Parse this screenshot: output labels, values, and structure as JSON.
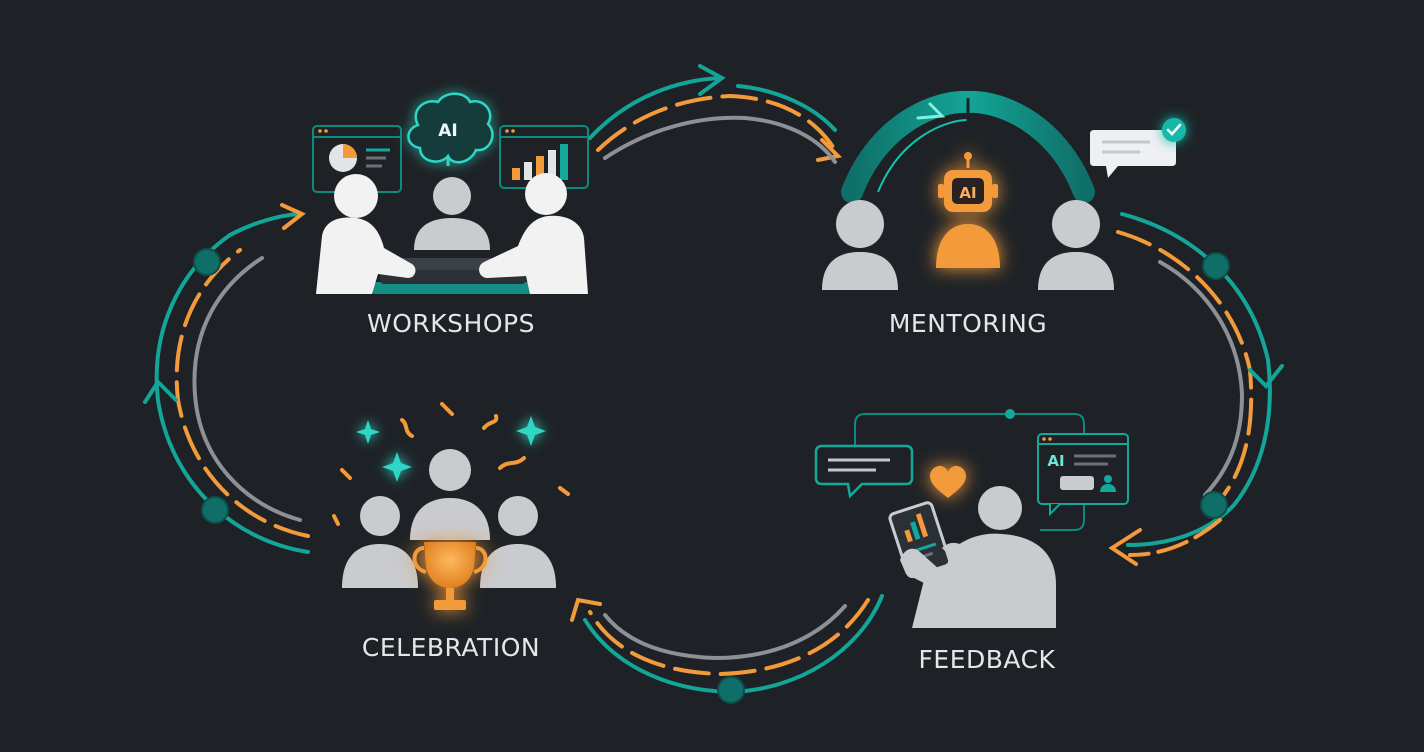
{
  "stages": [
    {
      "label": "WORKSHOPS",
      "badge": "AI",
      "icon": "workshop-icon"
    },
    {
      "label": "MENTORING",
      "badge": "AI",
      "icon": "ai-mentor-icon"
    },
    {
      "label": "FEEDBACK",
      "badge": "AI",
      "icon": "feedback-icon"
    },
    {
      "label": "CELEBRATION",
      "icon": "trophy-icon"
    }
  ],
  "colors": {
    "background": "#1e2226",
    "teal": "#12a99b",
    "orange": "#f39a3b",
    "grey": "#c9cbcf",
    "dark_teal": "#0f5e59"
  }
}
